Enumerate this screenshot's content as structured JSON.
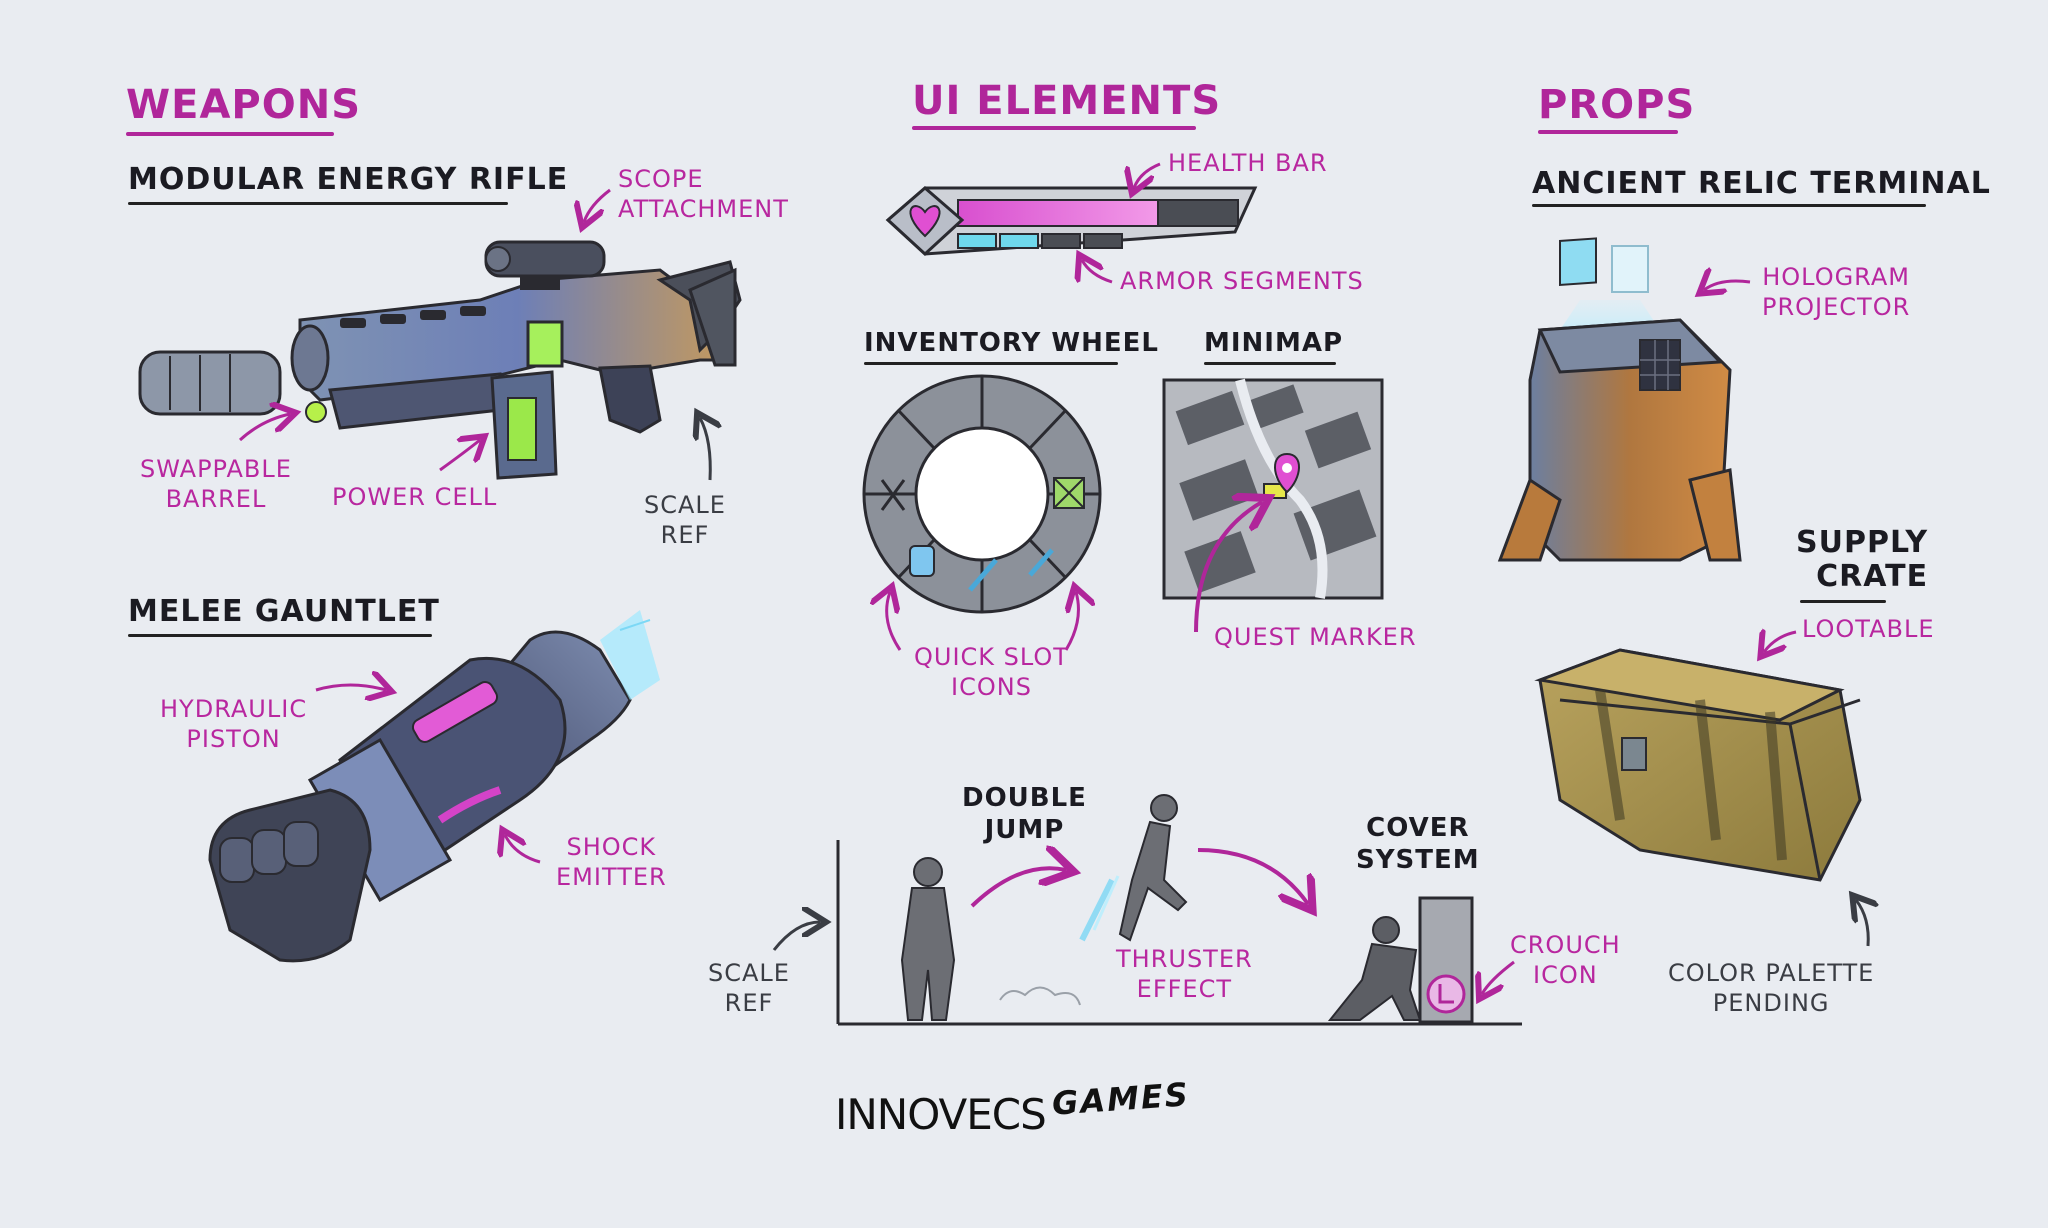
{
  "sections": {
    "weapons": "WEAPONS",
    "ui_elements": "UI ELEMENTS",
    "props": "PROPS"
  },
  "weapons": {
    "rifle_title": "MODULAR ENERGY RIFLE",
    "scope_label": "SCOPE\nATTACHMENT",
    "barrel_label": "SWAPPABLE\nBARREL",
    "power_label": "POWER CELL",
    "scale_label": "SCALE\nREF",
    "gauntlet_title": "MELEE GAUNTLET",
    "piston_label": "HYDRAULIC\nPISTON",
    "shock_label": "SHOCK\nEMITTER"
  },
  "ui": {
    "health_label": "HEALTH BAR",
    "armor_label": "ARMOR SEGMENTS",
    "inventory_title": "INVENTORY WHEEL",
    "quick_slot_label": "QUICK SLOT\nICONS",
    "minimap_title": "MINIMAP",
    "quest_label": "QUEST MARKER"
  },
  "movement": {
    "double_jump_label": "DOUBLE\nJUMP",
    "thruster_label": "THRUSTER\nEFFECT",
    "cover_label": "COVER\nSYSTEM",
    "crouch_label": "CROUCH\nICON",
    "scale_label": "SCALE\nREF"
  },
  "props": {
    "terminal_title": "ANCIENT RELIC TERMINAL",
    "hologram_label": "HOLOGRAM\nPROJECTOR",
    "crate_title": "SUPPLY\nCRATE",
    "lootable_label": "LOOTABLE",
    "palette_label": "COLOR PALETTE\nPENDING"
  },
  "logo": {
    "main": "INNOVECS",
    "script": "GAMES"
  },
  "colors": {
    "accent": "#b0269a",
    "ink": "#1b1b22",
    "background": "#e9ecf1"
  }
}
